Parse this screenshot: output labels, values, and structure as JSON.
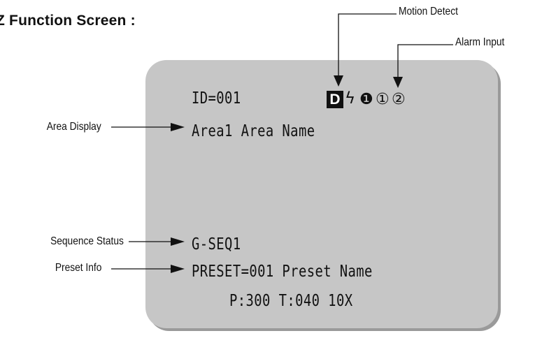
{
  "heading": "Z Function Screen :",
  "callouts": {
    "motion_detect": "Motion Detect",
    "alarm_input": "Alarm Input",
    "area_display": "Area Display",
    "sequence_status": "Sequence Status",
    "preset_info": "Preset Info"
  },
  "osd": {
    "id": "ID=001",
    "motion_symbol": "D",
    "lightning_symbol": "ϟ",
    "alarm_symbols": [
      "❶",
      "①",
      "②"
    ],
    "area": "Area1 Area Name",
    "sequence": "G-SEQ1",
    "preset": "PRESET=001 Preset Name",
    "ptz": "P:300 T:040 10X"
  },
  "colors": {
    "screen_background": "#c6c6c6",
    "text": "#111111"
  }
}
